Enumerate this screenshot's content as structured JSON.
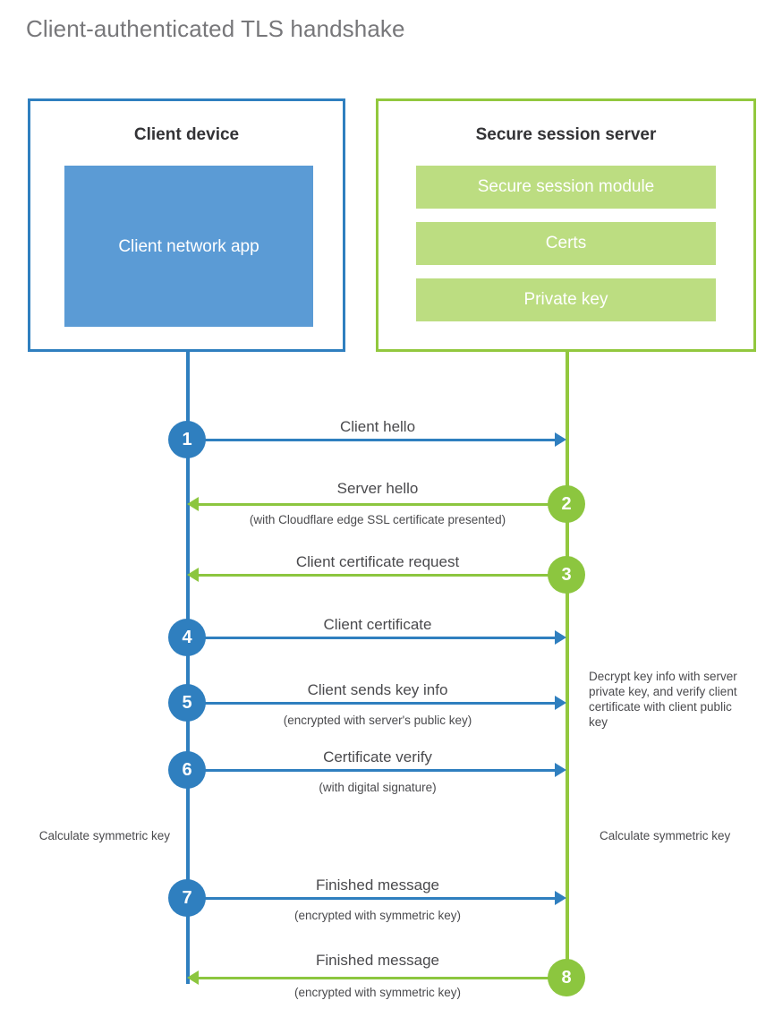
{
  "title": "Client-authenticated TLS handshake",
  "colors": {
    "client_blue": "#2f7fbf",
    "client_app_blue": "#5b9bd5",
    "server_green": "#92c83e",
    "server_bar_green": "#bcdd81",
    "arrow_green": "#8cc63f",
    "title_gray": "#77777a",
    "text_gray": "#4a4a4d"
  },
  "client": {
    "title": "Client device",
    "app_label": "Client network app"
  },
  "server": {
    "title": "Secure session server",
    "components": [
      {
        "label": "Secure session module"
      },
      {
        "label": "Certs"
      },
      {
        "label": "Private key"
      }
    ]
  },
  "steps": [
    {
      "number": "1",
      "label": "Client hello",
      "sublabel": "",
      "direction": "client-to-server",
      "color": "blue"
    },
    {
      "number": "2",
      "label": "Server hello",
      "sublabel": "(with Cloudflare edge SSL certificate presented)",
      "direction": "server-to-client",
      "color": "green"
    },
    {
      "number": "3",
      "label": "Client certificate request",
      "sublabel": "",
      "direction": "server-to-client",
      "color": "green"
    },
    {
      "number": "4",
      "label": "Client certificate",
      "sublabel": "",
      "direction": "client-to-server",
      "color": "blue"
    },
    {
      "number": "5",
      "label": "Client sends key info",
      "sublabel": "(encrypted with server's public key)",
      "direction": "client-to-server",
      "color": "blue"
    },
    {
      "number": "6",
      "label": "Certificate verify",
      "sublabel": "(with digital signature)",
      "direction": "client-to-server",
      "color": "blue"
    },
    {
      "number": "7",
      "label": "Finished message",
      "sublabel": "(encrypted with symmetric key)",
      "direction": "client-to-server",
      "color": "blue"
    },
    {
      "number": "8",
      "label": "Finished message",
      "sublabel": "(encrypted with symmetric key)",
      "direction": "server-to-client",
      "color": "green"
    }
  ],
  "notes": {
    "decrypt": "Decrypt key info with server private key, and verify client certificate with client public key",
    "calculate_symmetric_key_client": "Calculate symmetric key",
    "calculate_symmetric_key_server": "Calculate symmetric key"
  }
}
